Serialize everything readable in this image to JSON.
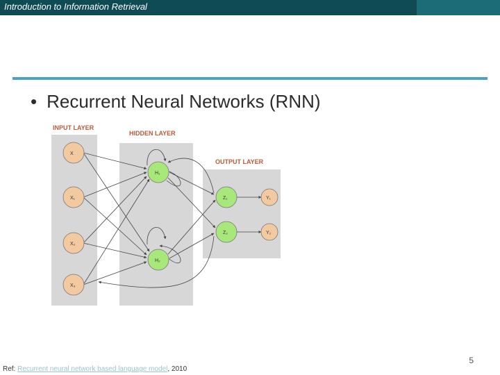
{
  "header": {
    "title": "Introduction to Information Retrieval",
    "colors": {
      "primary": "#0f4b55",
      "accent": "#1c6c78"
    }
  },
  "slide": {
    "bullet_text": "Recurrent Neural Networks (RNN)",
    "rule_color": "#4aa2c9"
  },
  "diagram": {
    "input_layer_label": "INPUT LAYER",
    "hidden_layer_label": "HIDDEN LAYER",
    "output_layer_label": "OUTPUT LAYER",
    "input_nodes": [
      "X",
      "X₁",
      "X₂",
      "X₃"
    ],
    "hidden_nodes": [
      "H₁",
      "H₂"
    ],
    "output_nodes": [
      "Z₁",
      "Z₂"
    ],
    "final_nodes": [
      "Y₁",
      "Y₂"
    ],
    "colors": {
      "node_fill": "#f3c9a0",
      "hidden_fill": "#a8e87a",
      "label": "#b85a3a",
      "panel": "#d7d7d7"
    }
  },
  "footer": {
    "ref_prefix": "Ref: ",
    "ref_link": "Recurrent neural network based language model",
    "ref_suffix": ", 2010",
    "page_number": "5"
  }
}
